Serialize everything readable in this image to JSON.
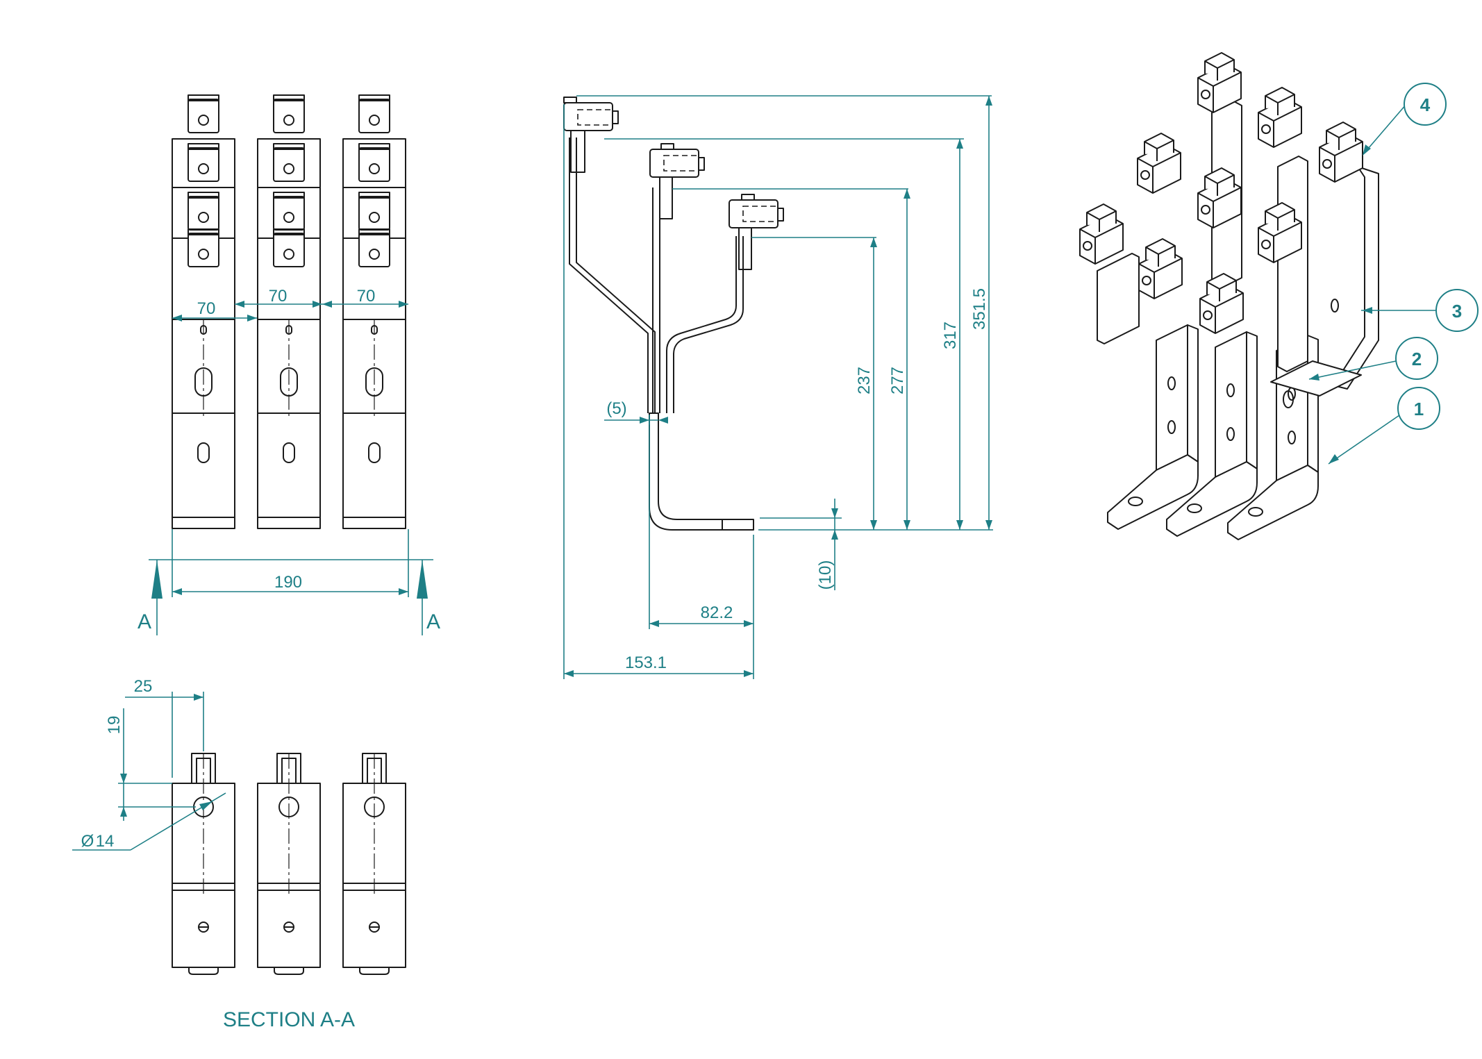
{
  "front_view": {
    "pitch_labels": [
      "70",
      "70",
      "70"
    ],
    "overall_width": "190",
    "section_marker_left": "A",
    "section_marker_right": "A"
  },
  "side_view": {
    "heights": [
      "237",
      "277",
      "317",
      "351.5"
    ],
    "offset_5": "(5)",
    "thickness_10": "(10)",
    "depth_82": "82.2",
    "depth_153": "153.1"
  },
  "section_view": {
    "dim_25": "25",
    "dim_19": "19",
    "hole_diameter": "14",
    "diameter_symbol": "Ø",
    "title": "SECTION A-A"
  },
  "iso_view": {
    "balloons": [
      "1",
      "2",
      "3",
      "4"
    ]
  },
  "colors": {
    "dimension": "#1e7f86",
    "object_line": "#1a1a1a"
  }
}
